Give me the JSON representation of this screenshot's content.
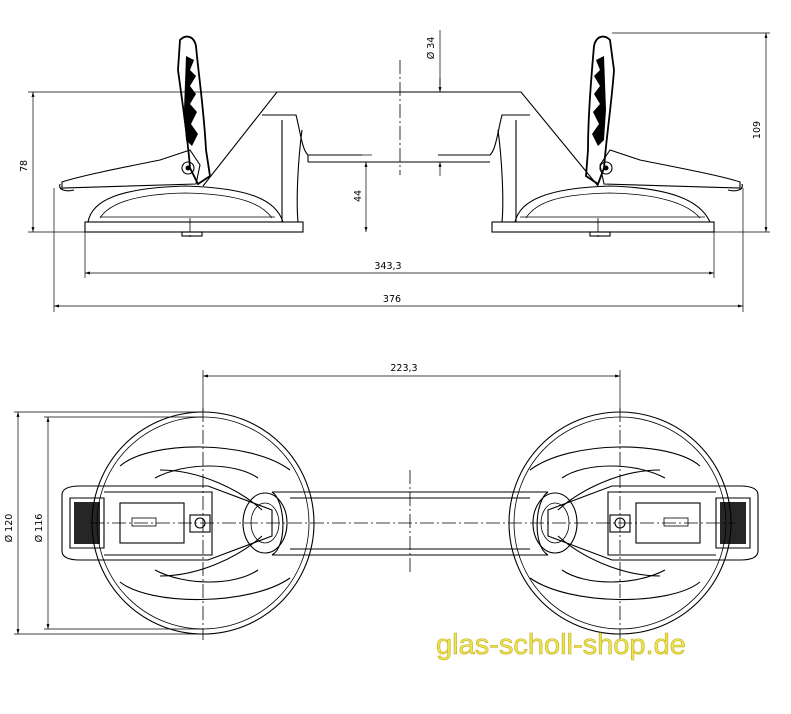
{
  "dimensions": {
    "dia_34": "Ø 34",
    "h_78": "78",
    "h_109": "109",
    "h_44": "44",
    "w_343": "343,3",
    "w_376": "376",
    "w_223": "223,3",
    "dia_120": "Ø 120",
    "dia_116": "Ø 116"
  },
  "watermark": "glas-scholl-shop.de",
  "colors": {
    "line": "#000000",
    "watermark_fill": "#e8e84a",
    "watermark_stroke": "#c9a92a"
  }
}
